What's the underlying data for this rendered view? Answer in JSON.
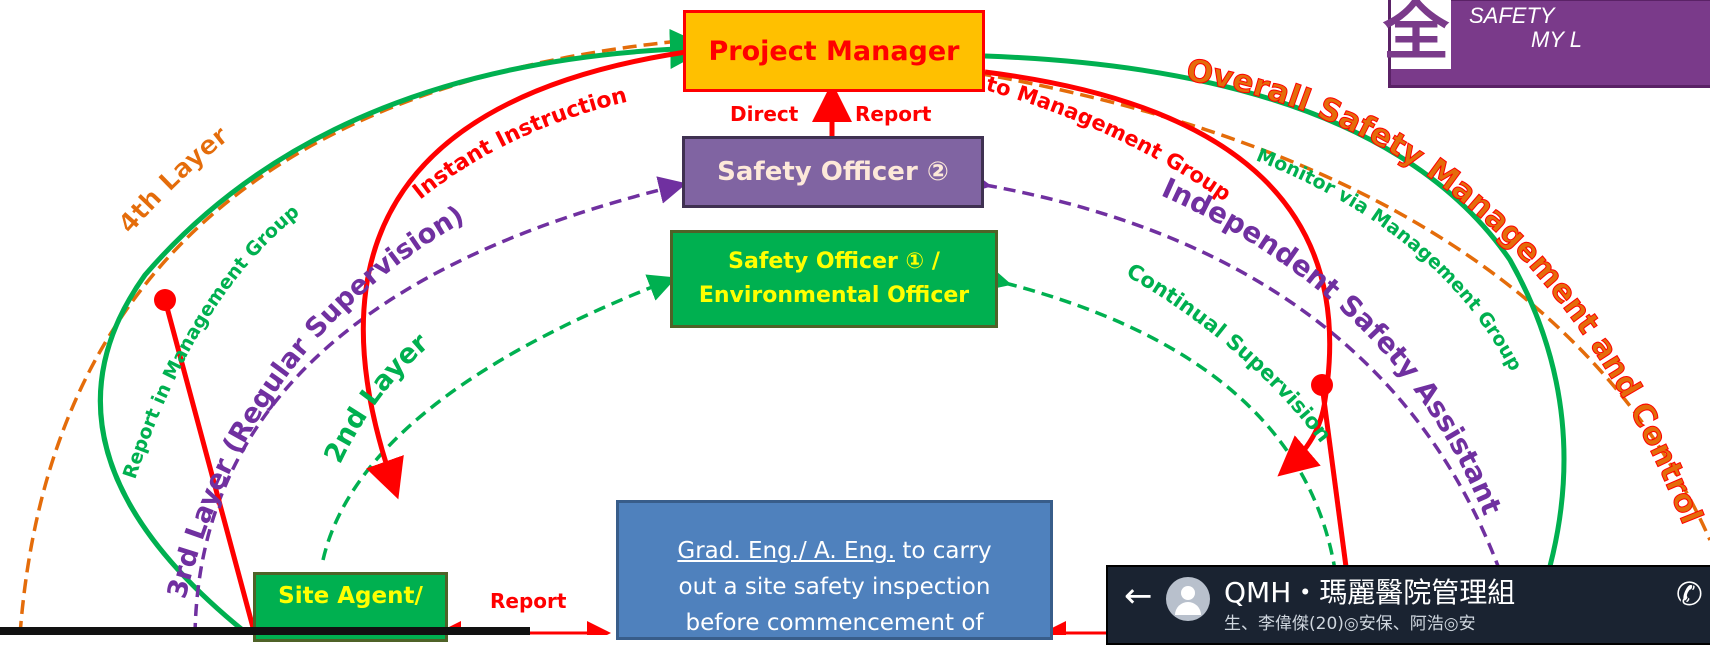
{
  "boxes": {
    "project_manager": "Project Manager",
    "safety_officer_2": "Safety Officer ②",
    "safety_officer_1_line1": "Safety Officer ① /",
    "safety_officer_1_line2": "Environmental Officer",
    "site_agent": "Site Agent/",
    "grad_eng_title": "Grad. Eng./ A. Eng.",
    "grad_eng_line1_rest": " to carry",
    "grad_eng_line2": "out a site safety inspection",
    "grad_eng_line3": "before commencement of"
  },
  "labels": {
    "direct": "Direct",
    "report_top": "Report",
    "report_left": "Report",
    "instant_instruction": "Instant Instruction",
    "to_management_group": "to Management Group",
    "fourth_layer": "4th Layer",
    "report_in_management_group": "Report in Management Group",
    "regular_supervision": "3rd Layer (Regular Supervision)",
    "second_layer": "2nd Layer",
    "overall_safety": "Overall Safety Management and Control",
    "monitor_via": "Monitor via Management Group",
    "independent_safety": "Independent Safety Assistant",
    "continual_supervision": "Continual Supervision"
  },
  "logo": {
    "char": "全",
    "text1": "SAFETY",
    "text2": "MY L"
  },
  "phone_header": {
    "title": "QMH・瑪麗醫院管理組",
    "subtitle": "生、李偉傑(20)◎安保、阿浩◎安",
    "back_icon": "arrow-left-icon",
    "call_icon": "phone-add-icon"
  },
  "colors": {
    "red": "#ff0000",
    "green": "#00b050",
    "purple": "#7030a0",
    "orange": "#e46c0a",
    "pm_fill": "#ffc000",
    "so2_fill": "#8064a2",
    "so1_fill": "#00b050",
    "grad_fill": "#4f81bd"
  }
}
